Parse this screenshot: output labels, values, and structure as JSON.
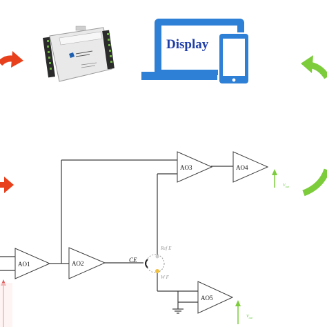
{
  "display": {
    "title": "Display",
    "color": "#2e7fd6"
  },
  "amplifiers": {
    "ao1": "AO1",
    "ao2": "AO2",
    "ao3": "AO3",
    "ao4": "AO4",
    "ao5": "AO5"
  },
  "electrodes": {
    "ce": "CE",
    "ref": "Ref E",
    "wf": "W F"
  },
  "outputs": {
    "v_out1": "V",
    "v_out1_sub": "out",
    "v_out2": "V",
    "v_out2_sub": "out"
  },
  "colors": {
    "red_arrow": "#e8401c",
    "green_arrow": "#7ccc3c",
    "wire": "#3a3a3a"
  }
}
